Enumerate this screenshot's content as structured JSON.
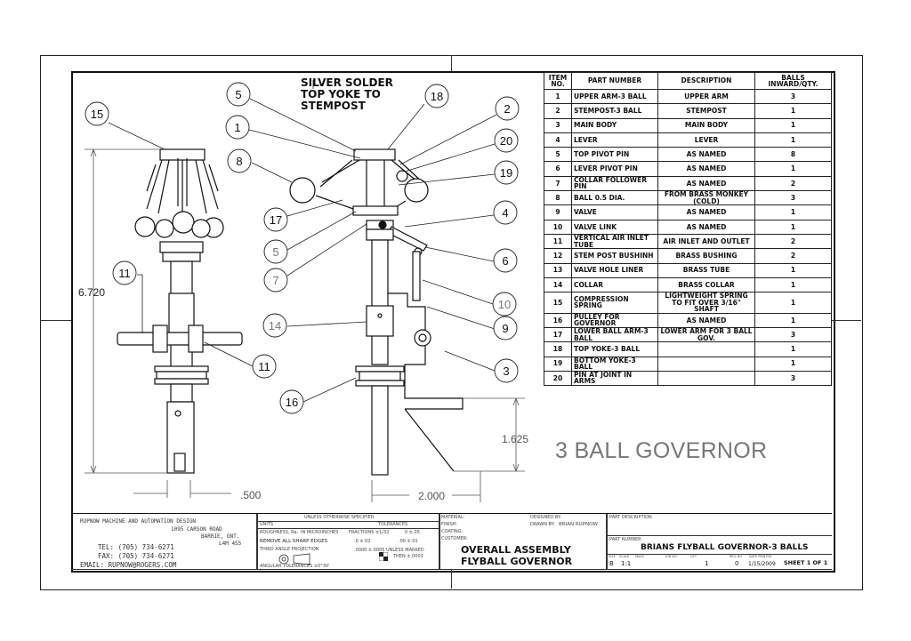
{
  "drawing": {
    "note": [
      "SILVER SOLDER",
      "TOP YOKE TO",
      "STEMPOST"
    ],
    "title": "3 BALL GOVERNOR",
    "dimensions": {
      "height": "6.720",
      "width_left": ".500",
      "width_right": "2.000",
      "vertical_right": "1.625"
    },
    "balloons": [
      "15",
      "5",
      "18",
      "1",
      "2",
      "8",
      "20",
      "19",
      "17",
      "4",
      "5",
      "7",
      "6",
      "11",
      "10",
      "14",
      "9",
      "11",
      "3",
      "16"
    ]
  },
  "bom": {
    "headers": [
      "ITEM NO.",
      "PART NUMBER",
      "DESCRIPTION",
      "BALLS INWARD/QTY."
    ],
    "rows": [
      {
        "no": "1",
        "part": "UPPER ARM-3 BALL",
        "desc": "UPPER ARM",
        "qty": "3"
      },
      {
        "no": "2",
        "part": "STEMPOST-3 BALL",
        "desc": "STEMPOST",
        "qty": "1"
      },
      {
        "no": "3",
        "part": "MAIN BODY",
        "desc": "MAIN BODY",
        "qty": "1"
      },
      {
        "no": "4",
        "part": "LEVER",
        "desc": "LEVER",
        "qty": "1"
      },
      {
        "no": "5",
        "part": "TOP PIVOT PIN",
        "desc": "AS NAMED",
        "qty": "8"
      },
      {
        "no": "6",
        "part": "LEVER PIVOT PIN",
        "desc": "AS NAMED",
        "qty": "1"
      },
      {
        "no": "7",
        "part": "COLLAR FOLLOWER PIN",
        "desc": "AS NAMED",
        "qty": "2"
      },
      {
        "no": "8",
        "part": "BALL 0.5 DIA.",
        "desc": "FROM BRASS MONKEY (COLD)",
        "qty": "3"
      },
      {
        "no": "9",
        "part": "VALVE",
        "desc": "AS NAMED",
        "qty": "1"
      },
      {
        "no": "10",
        "part": "VALVE LINK",
        "desc": "AS NAMED",
        "qty": "1"
      },
      {
        "no": "11",
        "part": "VERTICAL AIR INLET TUBE",
        "desc": "AIR INLET AND OUTLET",
        "qty": "2"
      },
      {
        "no": "12",
        "part": "STEM POST BUSHINH",
        "desc": "BRASS BUSHING",
        "qty": "2"
      },
      {
        "no": "13",
        "part": "VALVE HOLE LINER",
        "desc": "BRASS TUBE",
        "qty": "1"
      },
      {
        "no": "14",
        "part": "COLLAR",
        "desc": "BRASS COLLAR",
        "qty": "1"
      },
      {
        "no": "15",
        "part": "COMPRESSION SPRING",
        "desc": "LIGHTWEIGHT SPRING TO FIT OVER 3/16\" SHAFT",
        "qty": "1"
      },
      {
        "no": "16",
        "part": "PULLEY FOR GOVERNOR",
        "desc": "AS NAMED",
        "qty": "1"
      },
      {
        "no": "17",
        "part": "LOWER BALL ARM-3 BALL",
        "desc": "LOWER ARM FOR 3 BALL GOV.",
        "qty": "3"
      },
      {
        "no": "18",
        "part": "TOP YOKE-3 BALL",
        "desc": "",
        "qty": "1"
      },
      {
        "no": "19",
        "part": "BOTTOM YOKE-3 BALL",
        "desc": "",
        "qty": "1"
      },
      {
        "no": "20",
        "part": "PIN AT JOINT IN ARMS",
        "desc": "",
        "qty": "3"
      }
    ]
  },
  "titleblock": {
    "company": [
      "RUPNOW MACHINE AND AUTOMATION DESIGN",
      "1095 CARSON ROAD",
      "BARRIE, ONT.",
      "L4M 4S5"
    ],
    "tel": "TEL: (705) 734-6271",
    "fax": "FAX: (705) 734-6271",
    "email": "EMAIL: RUPNOW@ROGERS.COM",
    "unless": "UNLESS OTHERWISE SPECIFIED",
    "units": "UNITS",
    "tolerances": "TOLERANCES",
    "roughness": "ROUGHNESS, Ra:",
    "microinches": "IN MICROINCHES",
    "remove_edges": "REMOVE ALL SHARP EDGES",
    "third_angle": "THIRD ANGLE PROJECTION",
    "fractions": "FRACTIONS ±1/32",
    "tol_a": ".0  ±.02",
    "tol_b": ".00  ±.01",
    "tol_c": "0   ±.05",
    "tol_d": ".0000   ±.0005 UNLESS MARKED",
    "tol_e": "THEN ±.0003",
    "angular": "ANGULAR TOLERANCES  ±0°30'",
    "material": "MATERIAL:",
    "finish": "FINISH:",
    "coating": "COATING:",
    "designed_by": "DESIGNED BY:",
    "drawn_by": "DRAWN BY:",
    "designer": "BRIAN RUPNOW",
    "customer": "CUSTOMER:",
    "drawing_title": [
      "OVERALL ASSEMBLY",
      "FLYBALL GOVERNOR"
    ],
    "part_description": "PART DESCRIPTION",
    "part_number_label": "PART NUMBER",
    "part_number": "BRIANS FLYBALL GOVERNOR-3 BALLS",
    "size_label": "SIZE",
    "size": "B",
    "scale_label": "SCALE",
    "scale": "1:1",
    "mass_label": "MASS",
    "job_label": "JOB NO.",
    "qty_label": "QTY",
    "qty": "1",
    "rev_label": "REV. NO.",
    "rev": "0",
    "date_label": "DATE PRINTED",
    "date": "1/15/2009",
    "sheet": "SHEET 1 OF 1"
  }
}
